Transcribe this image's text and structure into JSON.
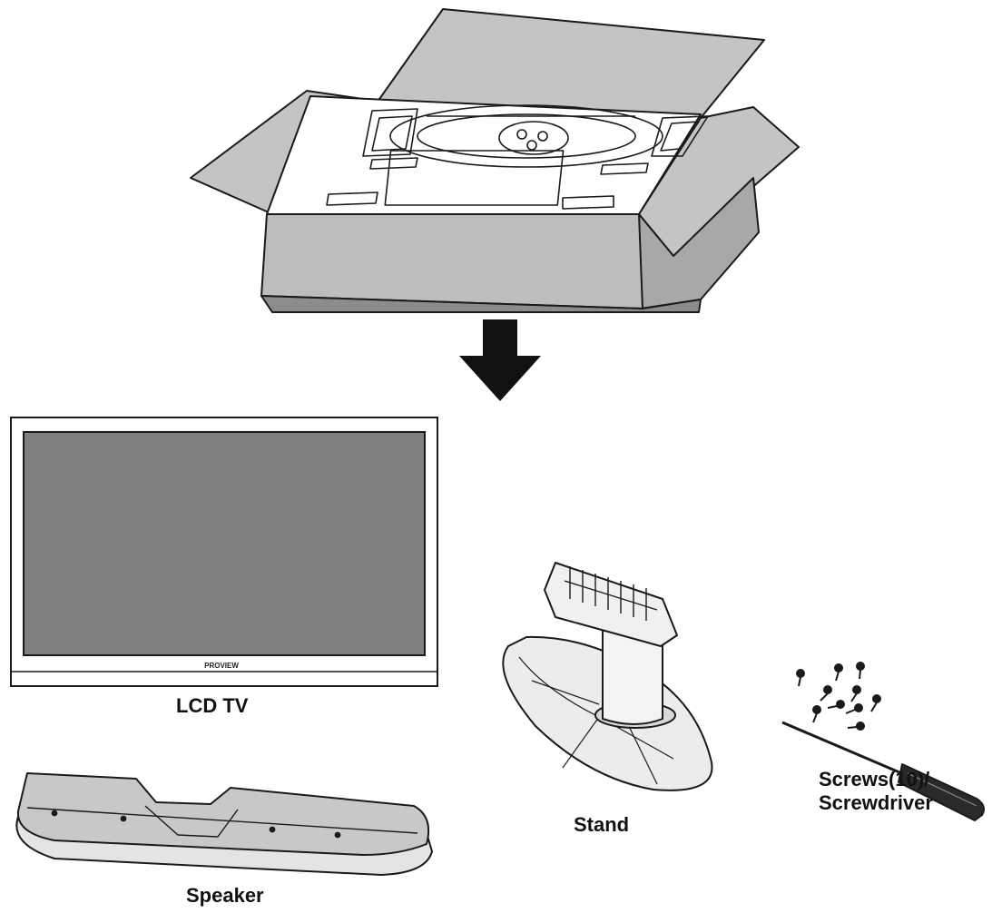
{
  "labels": {
    "lcd_tv": "LCD TV",
    "speaker": "Speaker",
    "stand": "Stand",
    "screws": "Screws(10)/",
    "screwdriver": "Screwdriver"
  },
  "tv_brand": "PROVIEW",
  "colors": {
    "line": "#1a1a1a",
    "box_face": "#bdbdbd",
    "box_dark": "#9a9a9a",
    "screen": "#808080",
    "stand_fill": "#e8e8e8",
    "speaker_fill": "#c8c8c8"
  }
}
